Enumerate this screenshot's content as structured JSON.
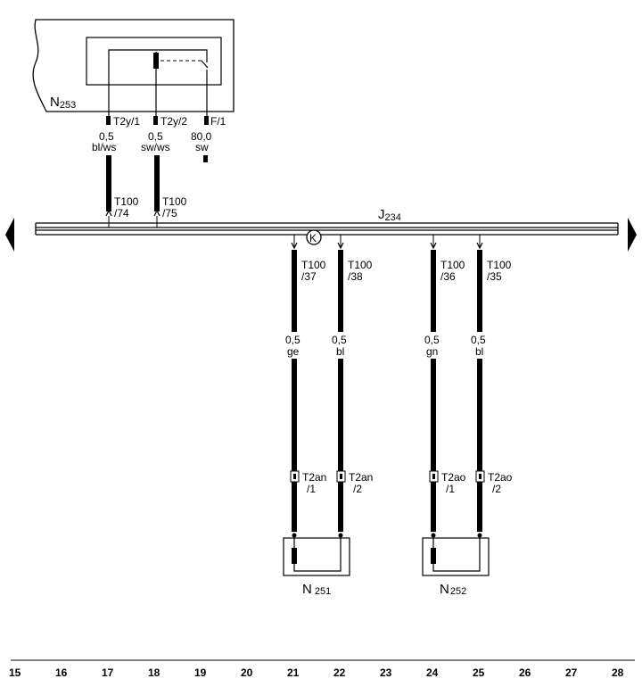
{
  "components": {
    "N253": {
      "letter": "N",
      "number": "253"
    },
    "J234": {
      "letter": "J",
      "number": "234"
    },
    "N251": {
      "letter": "N",
      "number": "251"
    },
    "N252": {
      "letter": "N",
      "number": "252"
    },
    "ground": "K"
  },
  "top_connectors": {
    "c1": "T2y/1",
    "c2": "T2y/2",
    "c3": "F/1"
  },
  "top_wires": {
    "w1": {
      "gauge": "0,5",
      "color": "bl/ws"
    },
    "w2": {
      "gauge": "0,5",
      "color": "sw/ws"
    },
    "w3": {
      "gauge": "80,0",
      "color": "sw"
    }
  },
  "pins_upper": {
    "p74": {
      "conn": "T100",
      "pin": "/74"
    },
    "p75": {
      "conn": "T100",
      "pin": "/75"
    }
  },
  "pins_lower": {
    "p37": {
      "conn": "T100",
      "pin": "/37"
    },
    "p38": {
      "conn": "T100",
      "pin": "/38"
    },
    "p36": {
      "conn": "T100",
      "pin": "/36"
    },
    "p35": {
      "conn": "T100",
      "pin": "/35"
    }
  },
  "lower_wires": {
    "a": {
      "gauge": "0,5",
      "color": "ge"
    },
    "b": {
      "gauge": "0,5",
      "color": "bl"
    },
    "c": {
      "gauge": "0,5",
      "color": "gn"
    },
    "d": {
      "gauge": "0,5",
      "color": "bl"
    }
  },
  "lower_connectors": {
    "a": {
      "conn": "T2an",
      "pin": "/1"
    },
    "b": {
      "conn": "T2an",
      "pin": "/2"
    },
    "c": {
      "conn": "T2ao",
      "pin": "/1"
    },
    "d": {
      "conn": "T2ao",
      "pin": "/2"
    }
  },
  "scale": [
    "15",
    "16",
    "17",
    "18",
    "19",
    "20",
    "21",
    "22",
    "23",
    "24",
    "25",
    "26",
    "27",
    "28"
  ]
}
